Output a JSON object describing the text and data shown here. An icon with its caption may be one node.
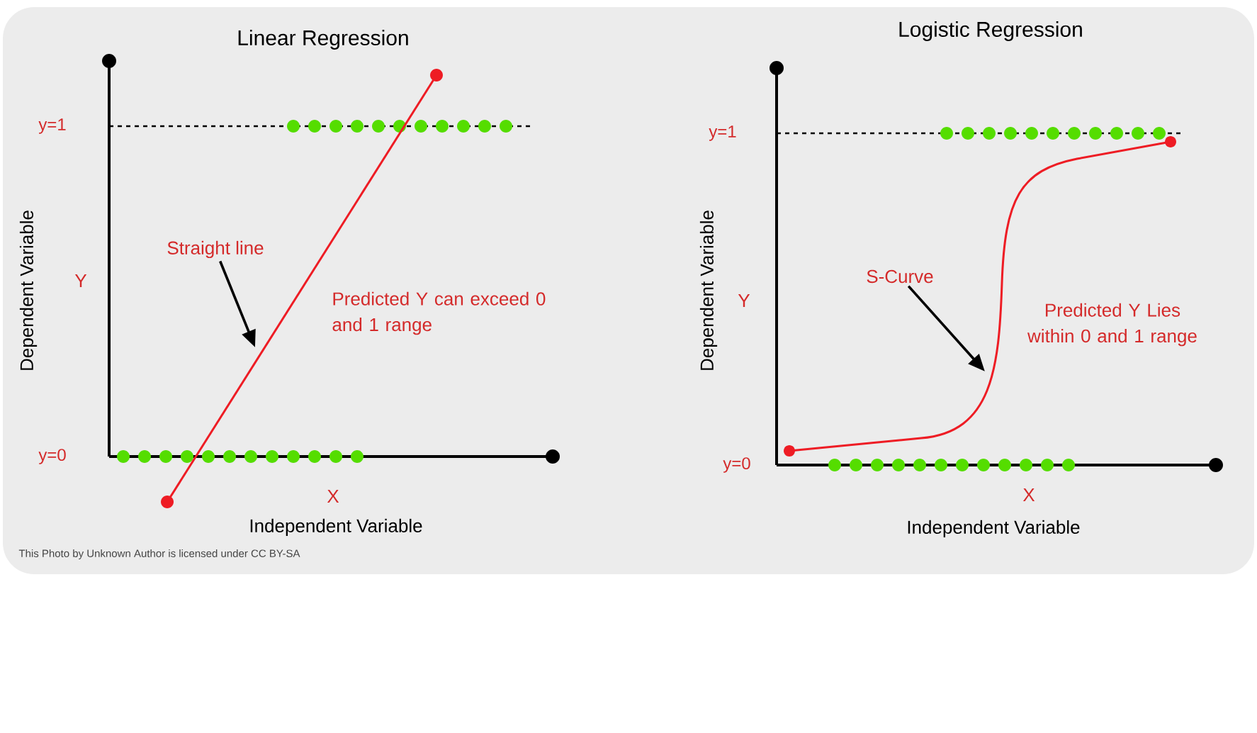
{
  "diagram": {
    "nodes": [
      {
        "text": [
          "Straight line"
        ]
      },
      {
        "text": [
          "S-Curve"
        ]
      }
    ],
    "edges": [
      {
        "from": 0,
        "to": null,
        "arrow": "to"
      },
      {
        "from": 1,
        "to": null,
        "arrow": "to"
      }
    ],
    "labels": [
      "Linear Regression",
      "Logistic Regression",
      "y=1",
      "y=1",
      "Dependent Variable",
      "Y",
      "Predicted Y can exceed 0 and 1 range",
      "Dependent Variable",
      "Y",
      "Predicted Y Lies within 0 and 1 range",
      "y=0",
      "y=0",
      "X",
      "X",
      "Independent Variable",
      "Independent Variable",
      "This Photo by Unknown Author is licensed under CC BY-SA"
    ]
  }
}
